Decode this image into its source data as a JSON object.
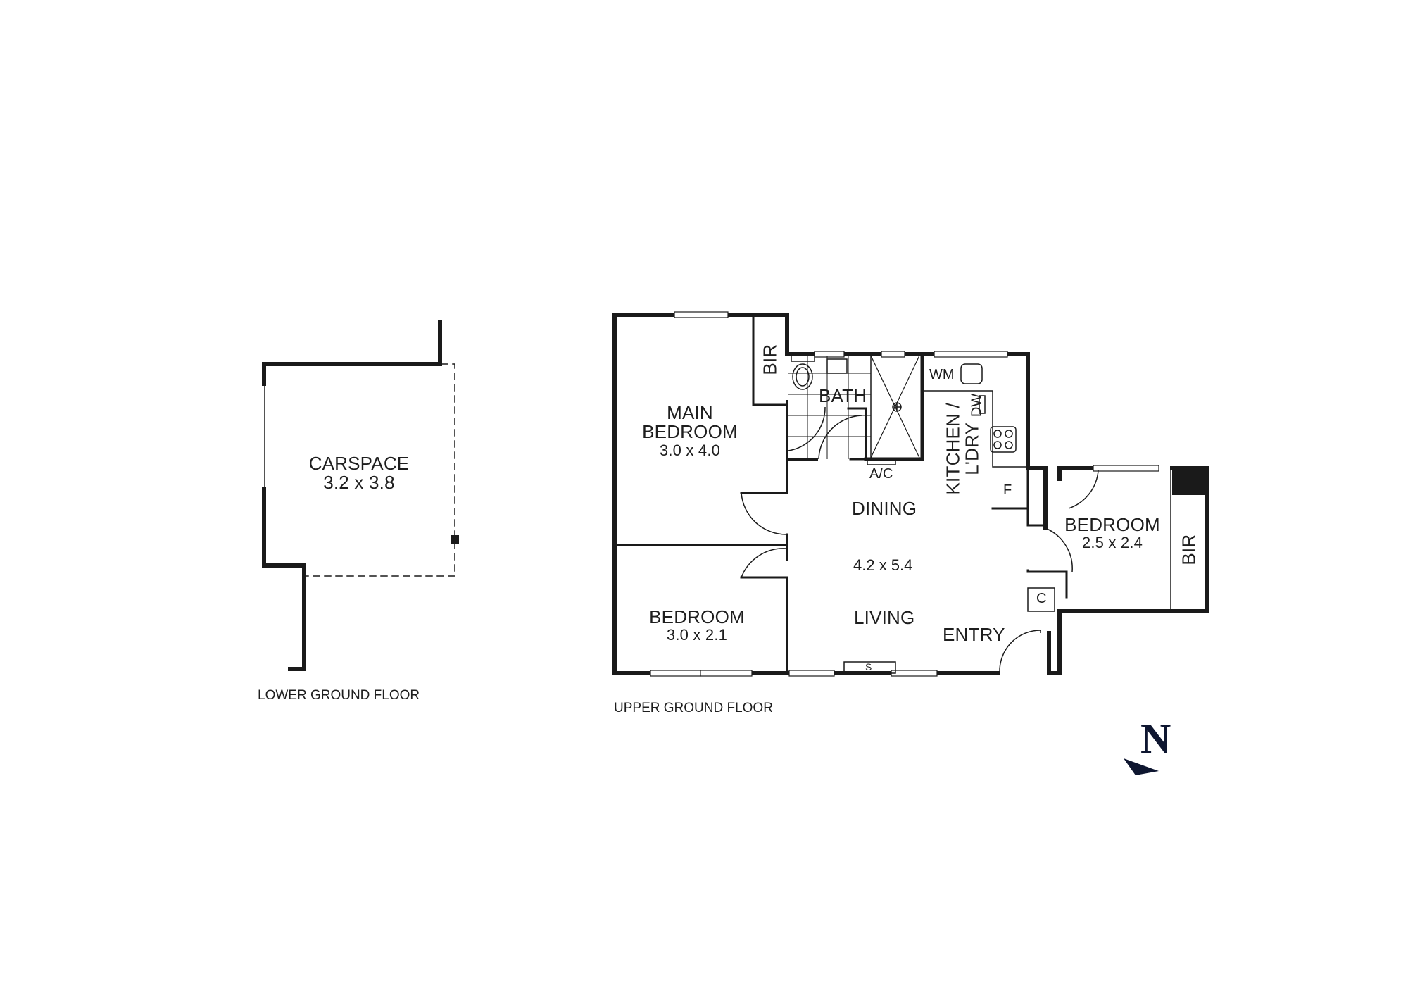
{
  "plan": {
    "lower_floor": {
      "title": "LOWER GROUND FLOOR",
      "rooms": [
        {
          "name": "CARSPACE",
          "size": "3.2 x 3.8"
        }
      ]
    },
    "upper_floor": {
      "title": "UPPER GROUND FLOOR",
      "rooms": [
        {
          "name_line1": "MAIN",
          "name_line2": "BEDROOM",
          "size": "3.0 x 4.0"
        },
        {
          "name": "BEDROOM",
          "size": "3.0 x 2.1"
        },
        {
          "name": "BEDROOM",
          "size": "2.5 x 2.4"
        },
        {
          "name": "BATH"
        },
        {
          "name_line1": "KITCHEN /",
          "name_line2": "L'DRY"
        },
        {
          "name": "DINING"
        },
        {
          "name": "LIVING"
        },
        {
          "name": "ENTRY"
        }
      ],
      "living_dining_size": "4.2 x 5.4",
      "fixtures": {
        "bir_main": "BIR",
        "bir_right": "BIR",
        "ac": "A/C",
        "wm": "WM",
        "dw": "DW",
        "fridge": "F",
        "cupboard": "C",
        "storage": "S"
      }
    },
    "compass": {
      "label": "N",
      "color": "#0e1630"
    },
    "colors": {
      "wall": "#1a1a1a",
      "background": "#ffffff"
    }
  }
}
